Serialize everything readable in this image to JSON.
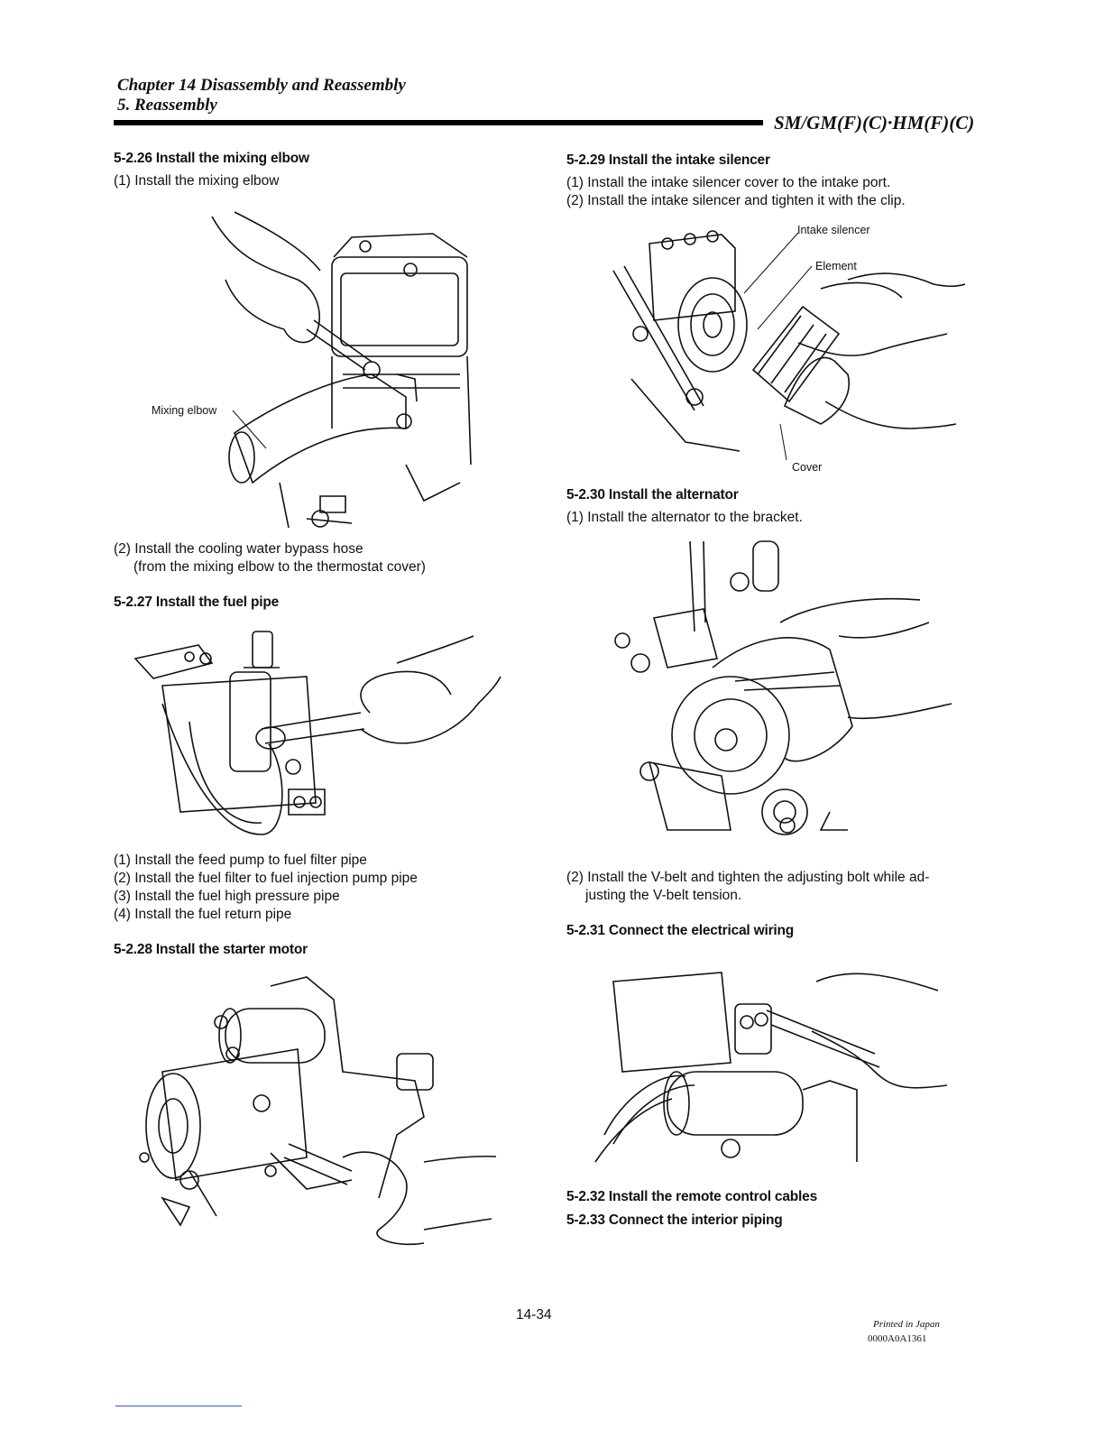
{
  "header": {
    "chapter": "Chapter 14 Disassembly and Reassembly",
    "section": "5. Reassembly",
    "model": "SM/GM(F)(C)·HM(F)(C)"
  },
  "left": {
    "s226": {
      "title": "5-2.26 Install the mixing elbow",
      "step1": "(1) Install the mixing elbow",
      "label_mixing_elbow": "Mixing elbow",
      "step2_line1": "(2) Install the cooling water bypass hose",
      "step2_line2": "(from the mixing elbow to the thermostat cover)"
    },
    "s227": {
      "title": "5-2.27 Install the fuel pipe",
      "steps": [
        "(1) Install the feed pump to fuel filter pipe",
        "(2) Install the fuel filter to fuel injection pump pipe",
        "(3) Install the fuel high pressure pipe",
        "(4) Install the fuel return pipe"
      ]
    },
    "s228": {
      "title": "5-2.28 Install the starter motor"
    }
  },
  "right": {
    "s229": {
      "title": "5-2.29 Install the intake silencer",
      "step1": "(1) Install the intake silencer cover to the intake port.",
      "step2": "(2) Install the intake silencer and tighten it with the clip.",
      "label_intake_silencer": "Intake silencer",
      "label_element": "Element",
      "label_cover": "Cover"
    },
    "s230": {
      "title": "5-2.30 Install the alternator",
      "step1": "(1) Install the alternator to the bracket.",
      "step2_line1": "(2) Install the V-belt and tighten the adjusting bolt while ad-",
      "step2_line2": "justing the V-belt tension."
    },
    "s231": {
      "title": "5-2.31 Connect the electrical wiring"
    },
    "s232": {
      "title": "5-2.32 Install the remote control cables"
    },
    "s233": {
      "title": "5-2.33 Connect the interior piping"
    }
  },
  "footer": {
    "page_number": "14-34",
    "printed": "Printed in Japan",
    "code": "0000A0A1361"
  }
}
